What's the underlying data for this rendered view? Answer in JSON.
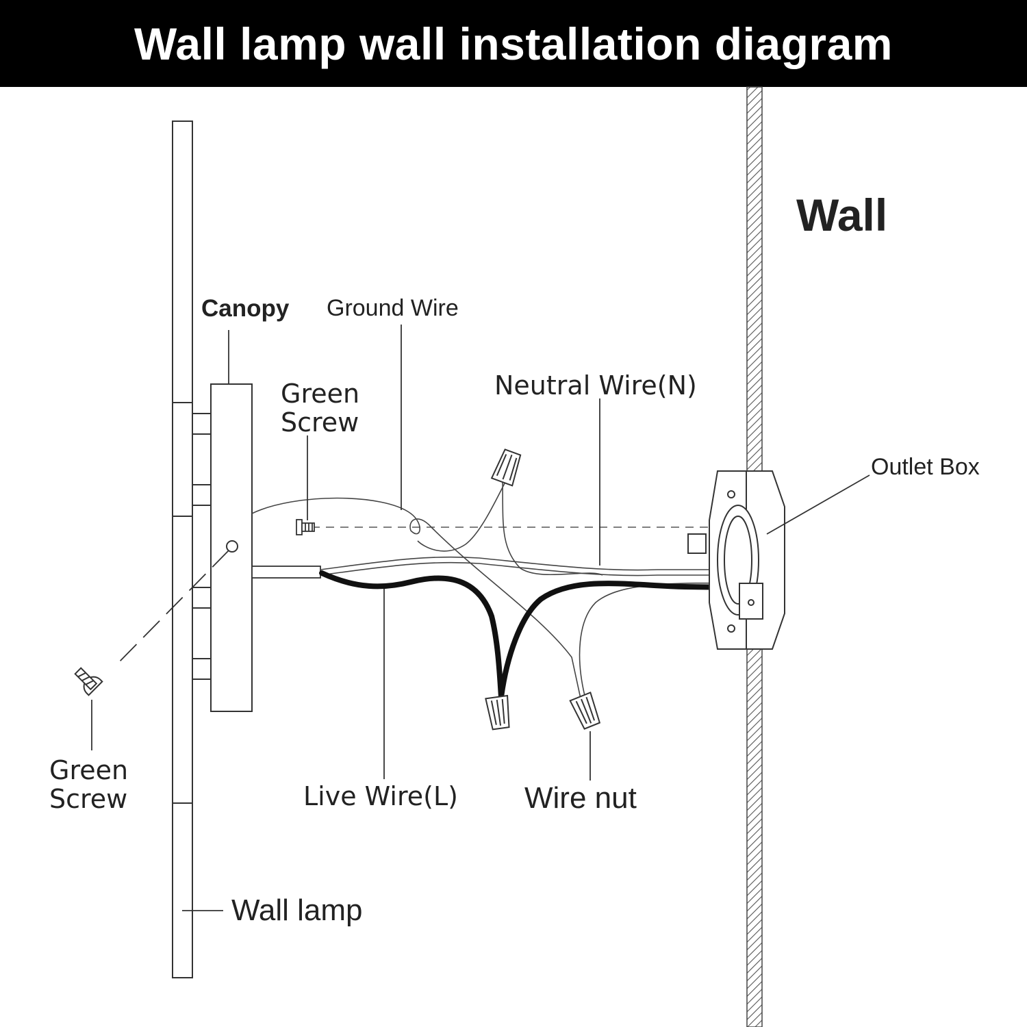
{
  "header": {
    "title": "Wall lamp wall installation diagram"
  },
  "labels": {
    "wall": "Wall",
    "canopy": "Canopy",
    "ground_wire": "Ground Wire",
    "green_screw_top": [
      "Green",
      "Screw"
    ],
    "neutral_wire": "Neutral Wire(N)",
    "outlet_box": "Outlet Box",
    "green_screw_bottom": [
      "Green",
      "Screw"
    ],
    "live_wire": "Live Wire(L)",
    "wire_nut": "Wire nut",
    "wall_lamp": "Wall lamp"
  },
  "colors": {
    "header_bg": "#000000",
    "header_text": "#ffffff",
    "line": "#333333",
    "live_wire": "#111111"
  },
  "icons": [
    "wire-nut-icon",
    "screw-icon",
    "outlet-box-icon",
    "wall-hatch-icon"
  ]
}
